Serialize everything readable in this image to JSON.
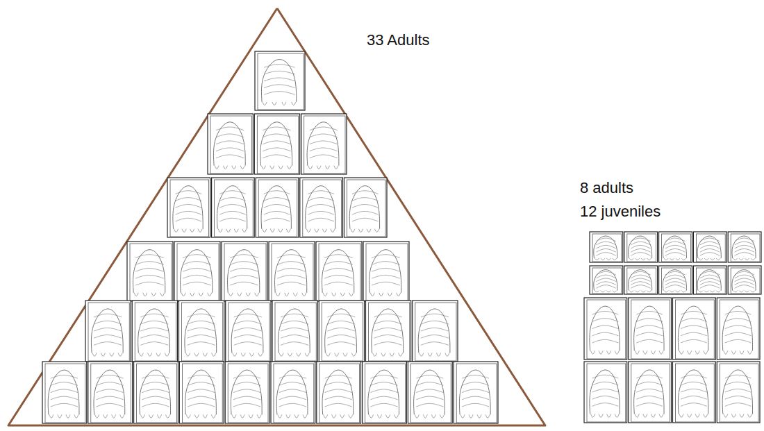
{
  "diagram": {
    "labels": [
      "33 Adults",
      "8 adults",
      "12 juveniles"
    ]
  }
}
